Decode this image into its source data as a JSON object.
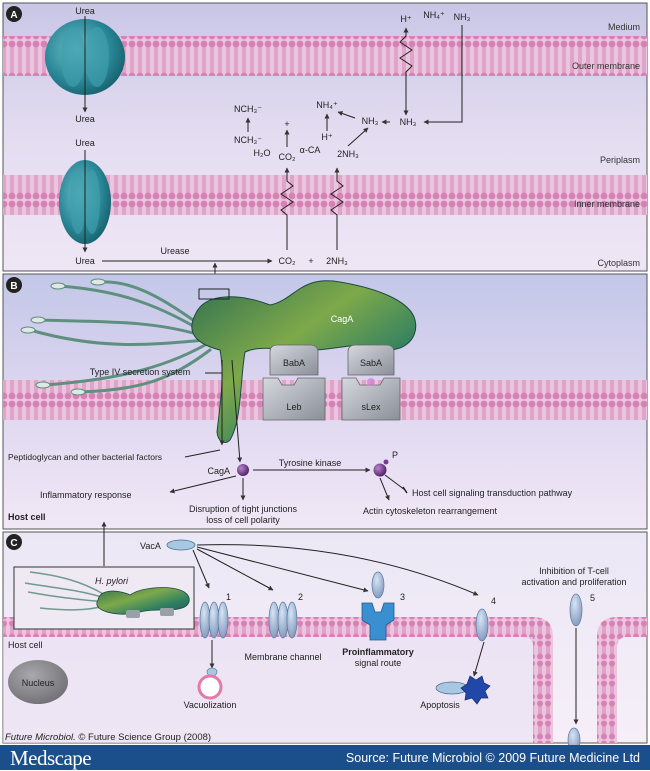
{
  "panel_a": {
    "letter": "A",
    "medium": "Medium",
    "outer_membrane": "Outer membrane",
    "periplasm": "Periplasm",
    "inner_membrane": "Inner membrane",
    "cytoplasm": "Cytoplasm",
    "urea_top": "Urea",
    "urea_mid1": "Urea",
    "urea_mid2": "Urea",
    "urea_bottom": "Urea",
    "urease": "Urease",
    "h_plus": "H⁺",
    "nh4_plus": "NH₄⁺",
    "nh3_top": "NH₃",
    "nh3_outer": "NH₃",
    "nh4_plus_peri": "NH₄⁺",
    "nh3_peri": "NH₃",
    "h_plus_peri": "H⁺",
    "two_nh3_peri": "2NH₃",
    "alpha_ca": "α-CA",
    "co2_peri": "CO₂",
    "h2o": "H₂O",
    "plus_peri": "+",
    "nch3_1": "NCH₃⁻",
    "nch3_2": "NCH₃⁻",
    "co2_cyto": "CO₂",
    "plus_cyto": "+",
    "two_nh3_cyto": "2NH₃"
  },
  "panel_b": {
    "letter": "B",
    "caga_top": "CagA",
    "baba": "BabA",
    "saba": "SabA",
    "leb": "Leb",
    "slex": "sLex",
    "t4ss": "Type IV secretion system",
    "peptidoglycan": "Peptidoglycan and other bacterial factors",
    "caga": "CagA",
    "tyrosine_kinase": "Tyrosine kinase",
    "p": "P",
    "inflammatory": "Inflammatory response",
    "disruption_1": "Disruption of tight junctions",
    "disruption_2": "loss of cell polarity",
    "host_signaling": "Host cell signaling transduction pathway",
    "actin": "Actin cytoskeleton rearrangement",
    "host_cell": "Host cell"
  },
  "panel_c": {
    "letter": "C",
    "vaca": "VacA",
    "h_pylori": "H. pylori",
    "host_cell": "Host cell",
    "nucleus": "Nucleus",
    "n1": "1",
    "n2": "2",
    "n3": "3",
    "n4": "4",
    "n5": "5",
    "membrane_channel": "Membrane channel",
    "proinflammatory_1": "Proinflammatory",
    "proinflammatory_2": "signal route",
    "vacuolization": "Vacuolization",
    "apoptosis": "Apoptosis",
    "inhibition_1": "Inhibition of T-cell",
    "inhibition_2": "activation and proliferation"
  },
  "citation": {
    "journal": "Future Microbiol.",
    "rest": " © Future Science Group (2008)"
  },
  "footer": {
    "logo": "Medscape",
    "source": "Source: Future Microbiol © 2009 Future Medicine Ltd"
  },
  "colors": {
    "membrane_pink": "#e7a9d1",
    "periplasm_lavender": "#e3dbf0",
    "channel_teal": "#2e8a9a",
    "bacterium_green": "#3f8a5a",
    "footer_blue": "#1b4f8c"
  }
}
